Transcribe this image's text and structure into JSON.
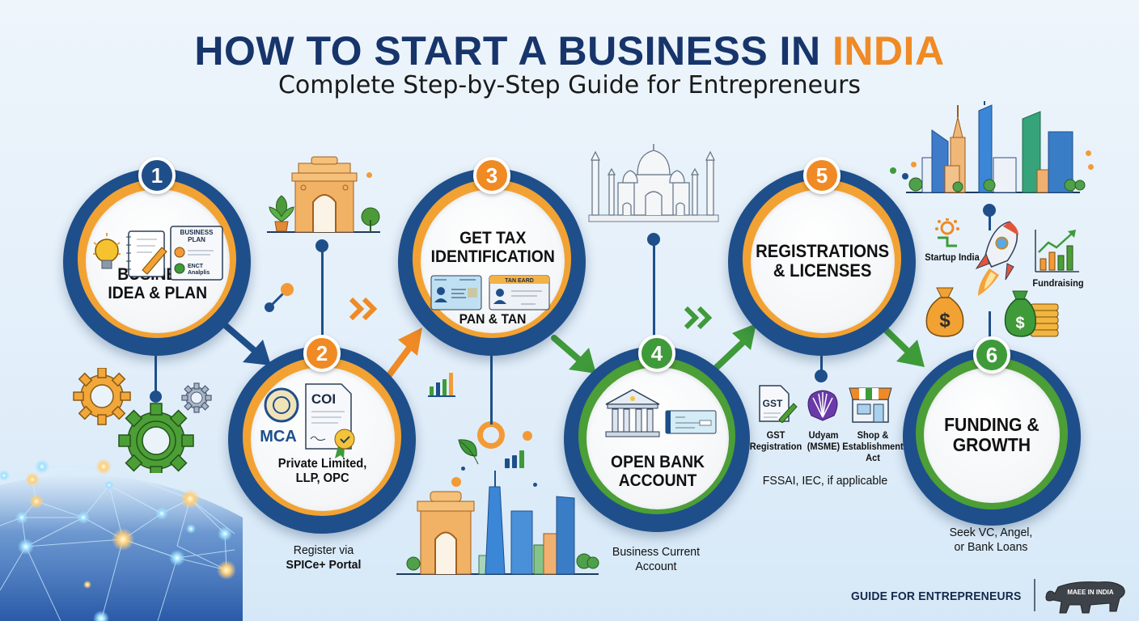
{
  "header": {
    "title_main": "HOW TO START A BUSINESS IN ",
    "title_accent": "INDIA",
    "subtitle": "Complete Step-by-Step Guide for Entrepreneurs"
  },
  "colors": {
    "navy": "#17356b",
    "ring_blue": "#1e4f8a",
    "orange": "#f08a24",
    "green": "#3f9a3a"
  },
  "steps": [
    {
      "number": "1",
      "title_line1": "BUSINESS",
      "title_line2": "IDEA & PLAN",
      "icons": [
        "lightbulb-icon",
        "notepad-pencil-icon",
        "business-plan-document-icon"
      ],
      "doc_title_1": "BUSINESS",
      "doc_title_2": "PLAN",
      "doc_line": "ENCT",
      "doc_line2": "Analplis",
      "accent": "orange"
    },
    {
      "number": "2",
      "mca_label": "MCA",
      "coi_label": "COI",
      "sub_line1": "Private Limited,",
      "sub_line2": "LLP, OPC",
      "caption_line1": "Register via",
      "caption_line2": "SPICe+ Portal",
      "accent": "orange"
    },
    {
      "number": "3",
      "title_line1": "GET TAX",
      "title_line2": "IDENTIFICATION",
      "tan_card_label": "TAN EARD",
      "sub": "PAN & TAN",
      "accent": "orange"
    },
    {
      "number": "4",
      "title_line1": "OPEN BANK",
      "title_line2": "ACCOUNT",
      "caption_line1": "Business Current",
      "caption_line2": "Account",
      "accent": "green"
    },
    {
      "number": "5",
      "title_line1": "REGISTRATIONS",
      "title_line2": "& LICENSES",
      "items": [
        {
          "icon_label": "GST",
          "line1": "GST",
          "line2": "Registration",
          "line3": ""
        },
        {
          "icon_label": "",
          "line1": "Udyam",
          "line2": "(MSME)",
          "line3": ""
        },
        {
          "icon_label": "",
          "line1": "Shop &",
          "line2": "Establishment",
          "line3": "Act"
        }
      ],
      "caption": "FSSAI, IEC, if applicable",
      "accent": "orange"
    },
    {
      "number": "6",
      "title_line1": "FUNDING &",
      "title_line2": "GROWTH",
      "caption_line1": "Seek VC, Angel,",
      "caption_line2": "or Bank Loans",
      "startup_label": "Startup India",
      "fundraising_label": "Fundraising",
      "accent": "green"
    }
  ],
  "footer": {
    "text": "GUIDE FOR ENTREPRENEURS",
    "logo_text": "MAEE IN INDIA"
  }
}
